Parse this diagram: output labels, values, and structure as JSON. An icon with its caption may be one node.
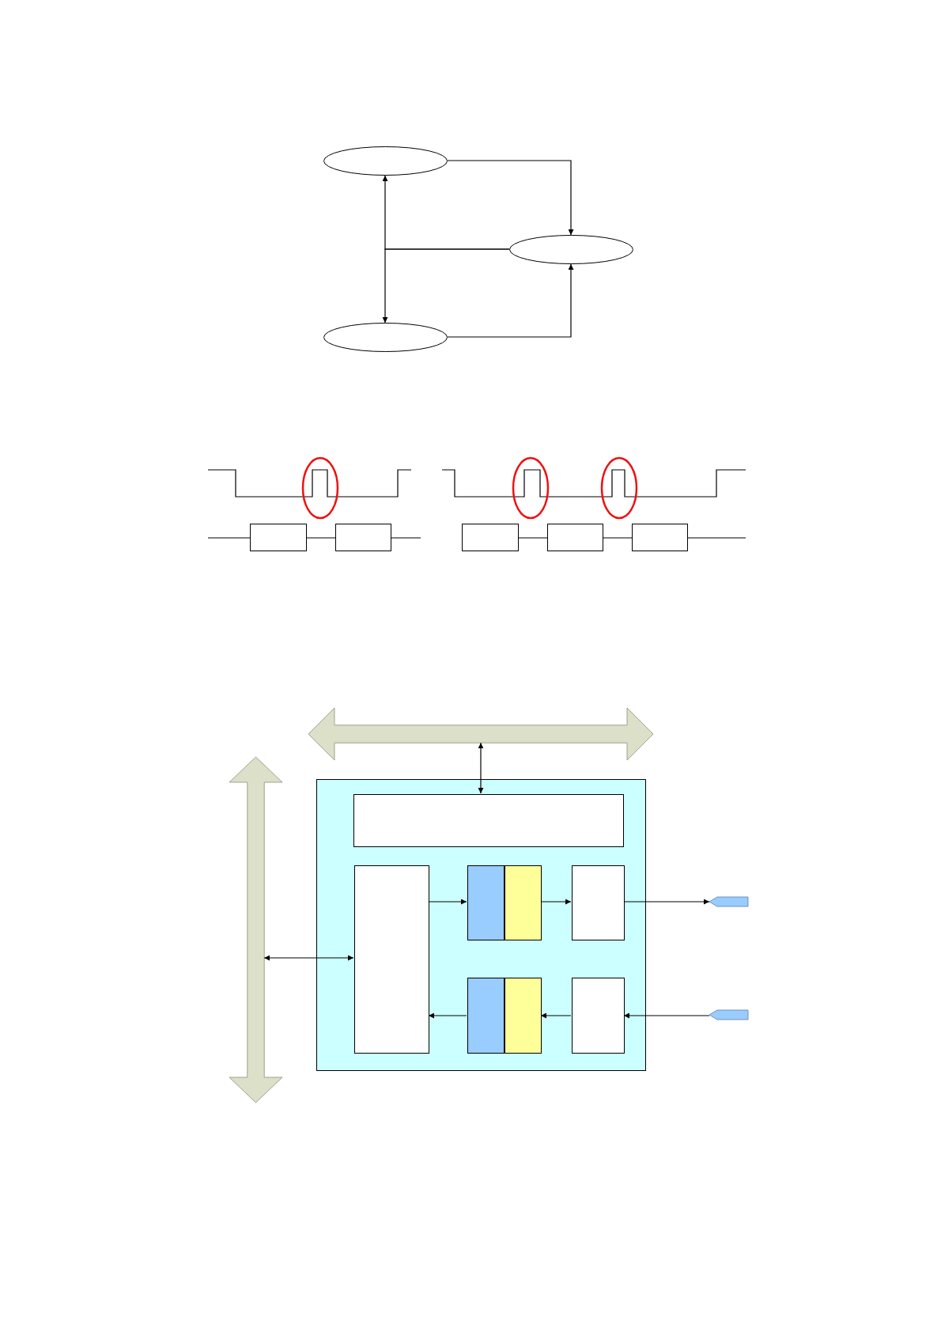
{
  "diagram": {
    "nodes": [
      {
        "text": [],
        "shape": "ellipse"
      },
      {
        "text": [],
        "shape": "ellipse"
      },
      {
        "text": [],
        "shape": "ellipse"
      },
      {
        "text": [],
        "shape": "box"
      },
      {
        "text": [],
        "shape": "box"
      },
      {
        "text": [],
        "shape": "box"
      },
      {
        "text": [],
        "shape": "box"
      },
      {
        "text": [],
        "shape": "box"
      },
      {
        "text": [],
        "shape": "arrow"
      },
      {
        "text": [],
        "shape": "arrow"
      },
      {
        "text": [],
        "shape": "box"
      },
      {
        "text": [],
        "shape": "box",
        "in": 10
      },
      {
        "text": [],
        "shape": "box",
        "in": 10
      },
      {
        "text": [],
        "shape": "box",
        "in": 10
      },
      {
        "text": [],
        "shape": "box",
        "in": 10
      },
      {
        "text": [],
        "shape": "box",
        "in": 10
      },
      {
        "text": [],
        "shape": "box",
        "in": 10
      },
      {
        "text": [],
        "shape": "box",
        "in": 10
      },
      {
        "text": [],
        "shape": "box",
        "in": 10
      },
      {
        "text": [],
        "shape": "tag"
      },
      {
        "text": [],
        "shape": "tag"
      }
    ],
    "edges": [
      {
        "from": 0,
        "to": 1,
        "arrow": "to"
      },
      {
        "from": 2,
        "to": 1,
        "arrow": "to"
      },
      {
        "from": 1,
        "to": 0,
        "arrow": "to"
      },
      {
        "from": 1,
        "to": 2,
        "arrow": "to"
      },
      {
        "from": null,
        "to": 3,
        "arrow": "none"
      },
      {
        "from": 3,
        "to": 4,
        "arrow": "none"
      },
      {
        "from": 4,
        "to": null,
        "arrow": "none"
      },
      {
        "from": 5,
        "to": 6,
        "arrow": "none"
      },
      {
        "from": 6,
        "to": 7,
        "arrow": "none"
      },
      {
        "from": 7,
        "to": null,
        "arrow": "none"
      },
      {
        "from": 8,
        "to": 11,
        "arrow": "both"
      },
      {
        "from": 9,
        "to": 12,
        "arrow": "both"
      },
      {
        "from": 12,
        "to": 13,
        "arrow": "to"
      },
      {
        "from": 14,
        "to": 15,
        "arrow": "to"
      },
      {
        "from": 15,
        "to": 19,
        "arrow": "to"
      },
      {
        "from": 20,
        "to": 18,
        "arrow": "to"
      },
      {
        "from": 18,
        "to": 17,
        "arrow": "to"
      },
      {
        "from": 16,
        "to": 12,
        "arrow": "to"
      }
    ]
  }
}
